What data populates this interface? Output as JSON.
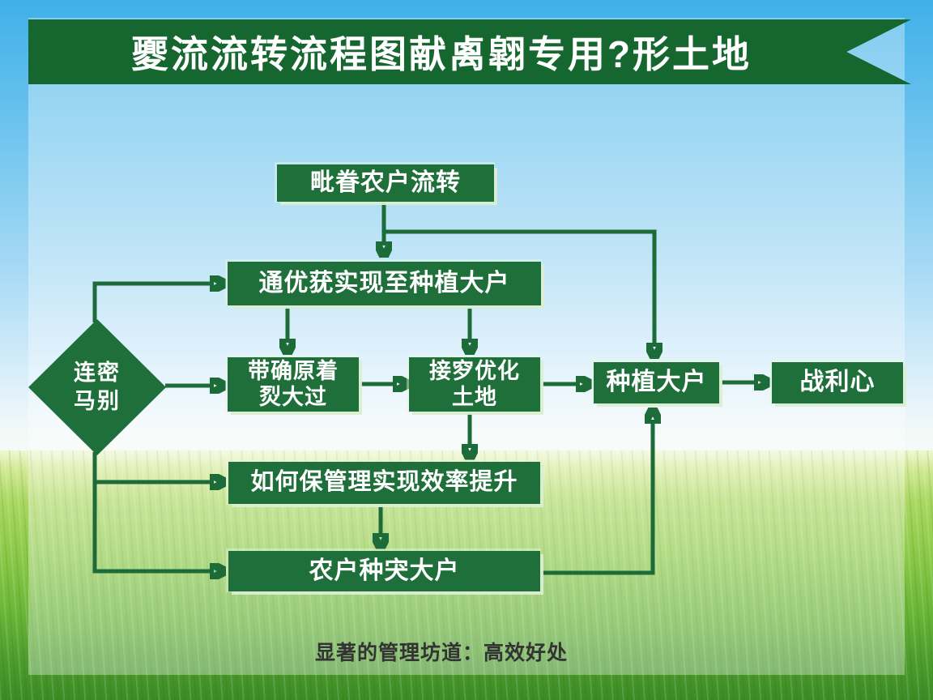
{
  "title": {
    "text": "夒流流转流程图献禼翶专用?形土地"
  },
  "colors": {
    "banner_green": "#16672f",
    "box_green": "#1e6f3a",
    "arrow_green": "#1d6b38",
    "box_edge_light": "#d9eed2",
    "sky_blue": "#3fb0e8",
    "grass_green": "#8cc948"
  },
  "flowchart": {
    "nodes": {
      "top": "毗眷农户流转",
      "transfer": "通优莸实现至种植大户",
      "decision_line1": "连密",
      "decision_line2": "马别",
      "confirm_line1": "带确原着",
      "confirm_line2": "烮大过",
      "optimize_line1": "接穸优化",
      "optimize_line2": "土地",
      "grower": "种植大户",
      "benefit": "战利心",
      "management": "如何保管理实现效率提升",
      "farmer": "农户种宊大户"
    }
  },
  "caption": {
    "text": "显著的管理坊道：高效好处"
  }
}
